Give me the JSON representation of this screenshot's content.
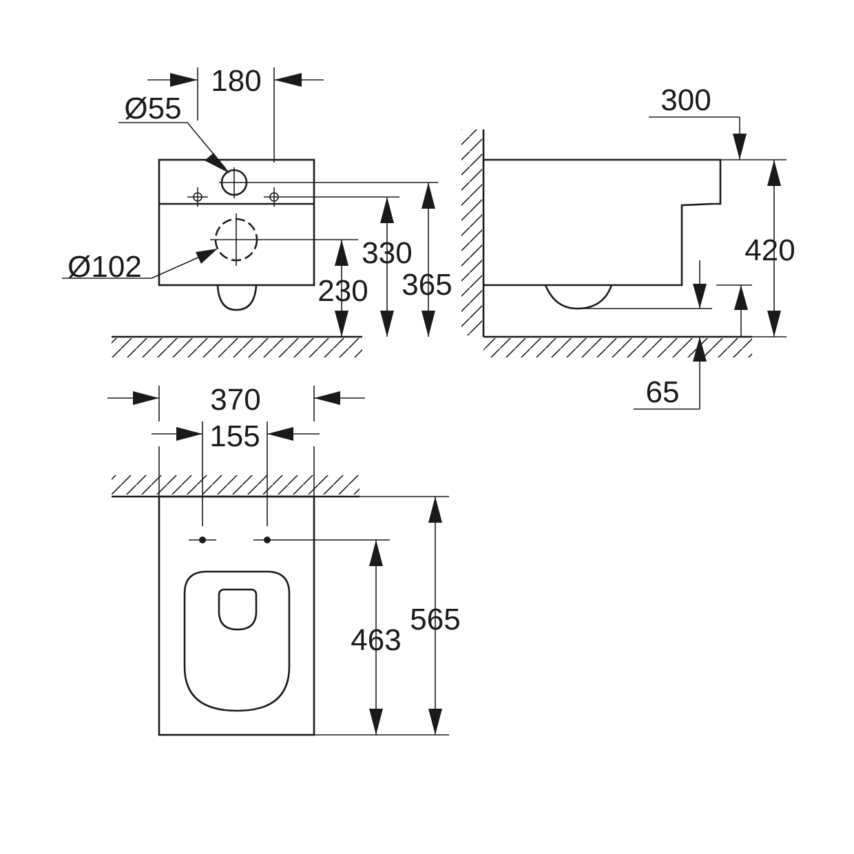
{
  "front_view": {
    "dim_width_180": "180",
    "dim_dia_55": "Ø55",
    "dim_dia_102": "Ø102",
    "dim_height_330": "330",
    "dim_height_230": "230",
    "dim_height_365": "365"
  },
  "side_view": {
    "dim_300": "300",
    "dim_height_420": "420",
    "dim_65": "65"
  },
  "top_view": {
    "dim_width_370": "370",
    "dim_width_155": "155",
    "dim_depth_463": "463",
    "dim_depth_565": "565"
  },
  "colors": {
    "line": "#1a1a1a",
    "background": "#ffffff"
  }
}
